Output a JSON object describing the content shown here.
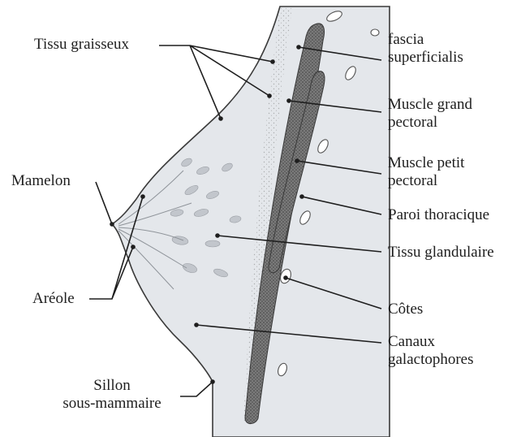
{
  "labels": {
    "tissu_graisseux": "Tissu graisseux",
    "mamelon": "Mamelon",
    "areole": "Aréole",
    "sillon_line1": "Sillon",
    "sillon_line2": "sous-mammaire",
    "fascia_line1": "fascia",
    "fascia_line2": "superficialis",
    "grand_pectoral_line1": "Muscle grand",
    "grand_pectoral_line2": "pectoral",
    "petit_pectoral_line1": "Muscle petit",
    "petit_pectoral_line2": "pectoral",
    "paroi": "Paroi thoracique",
    "tissu_glandulaire": "Tissu glandulaire",
    "cotes": "Côtes",
    "canaux_line1": "Canaux",
    "canaux_line2": "galactophores"
  },
  "colors": {
    "ink": "#1e1e1e",
    "breast_fill": "#e3e6ea",
    "chest_fill": "#d6d9de",
    "muscle_fill": "#6c6c6c",
    "gland_fill": "#bfc3c9"
  }
}
